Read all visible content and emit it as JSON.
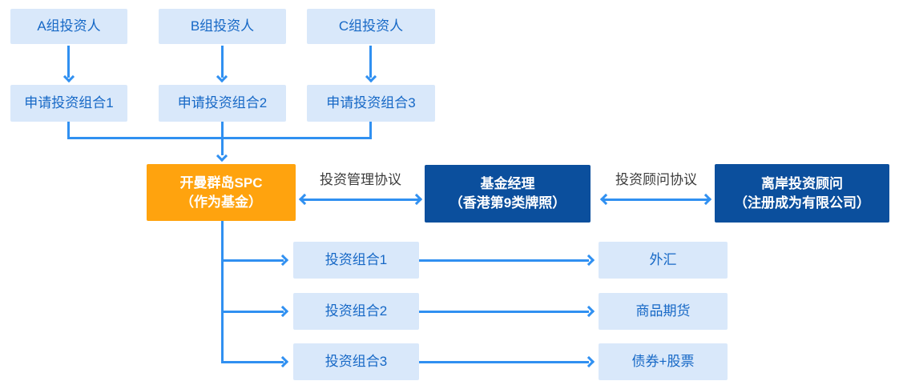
{
  "colors": {
    "box_light_bg": "#d9e8fa",
    "box_light_text": "#1668c6",
    "arrow": "#3090f1",
    "fund_bg": "#ffa30e",
    "dark_bg": "#0b4f9d",
    "label_text": "#3c3c3c"
  },
  "groups": [
    {
      "investor": "A组投资人",
      "application": "申请投资组合1"
    },
    {
      "investor": "B组投资人",
      "application": "申请投资组合2"
    },
    {
      "investor": "C组投资人",
      "application": "申请投资组合3"
    }
  ],
  "fund": {
    "name": "开曼群岛SPC",
    "role": "（作为基金）"
  },
  "manager": {
    "name": "基金经理",
    "license": "（香港第9类牌照）"
  },
  "advisor": {
    "name": "离岸投资顾问",
    "registration": "（注册成为有限公司）"
  },
  "agreements": {
    "management": "投资管理协议",
    "advisory": "投资顾问协议"
  },
  "portfolios": [
    {
      "name": "投资组合1",
      "asset": "外汇"
    },
    {
      "name": "投资组合2",
      "asset": "商品期货"
    },
    {
      "name": "投资组合3",
      "asset": "债券+股票"
    }
  ]
}
